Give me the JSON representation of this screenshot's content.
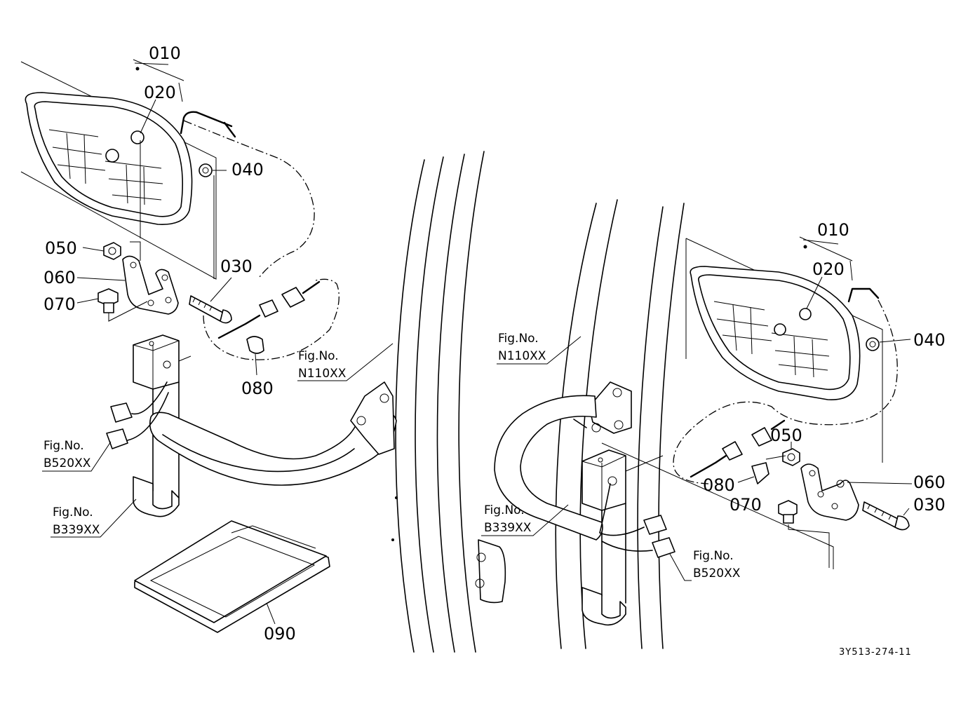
{
  "drawing_ref": "3Y513-274-11",
  "left_assembly": {
    "labels": {
      "p010": "010",
      "p020": "020",
      "p040": "040",
      "p050": "050",
      "p060": "060",
      "p070": "070",
      "p030": "030",
      "p080": "080",
      "p090": "090"
    },
    "fig_refs": {
      "n110": {
        "line1": "Fig.No.",
        "line2": "N110XX"
      },
      "b520": {
        "line1": "Fig.No.",
        "line2": "B520XX"
      },
      "b339": {
        "line1": "Fig.No.",
        "line2": "B339XX"
      }
    }
  },
  "right_assembly": {
    "labels": {
      "p010": "010",
      "p020": "020",
      "p040": "040",
      "p050": "050",
      "p060": "060",
      "p080": "080",
      "p070": "070",
      "p030": "030"
    },
    "fig_refs": {
      "n110": {
        "line1": "Fig.No.",
        "line2": "N110XX"
      },
      "b339": {
        "line1": "Fig.No.",
        "line2": "B339XX"
      },
      "b520": {
        "line1": "Fig.No.",
        "line2": "B520XX"
      }
    }
  }
}
